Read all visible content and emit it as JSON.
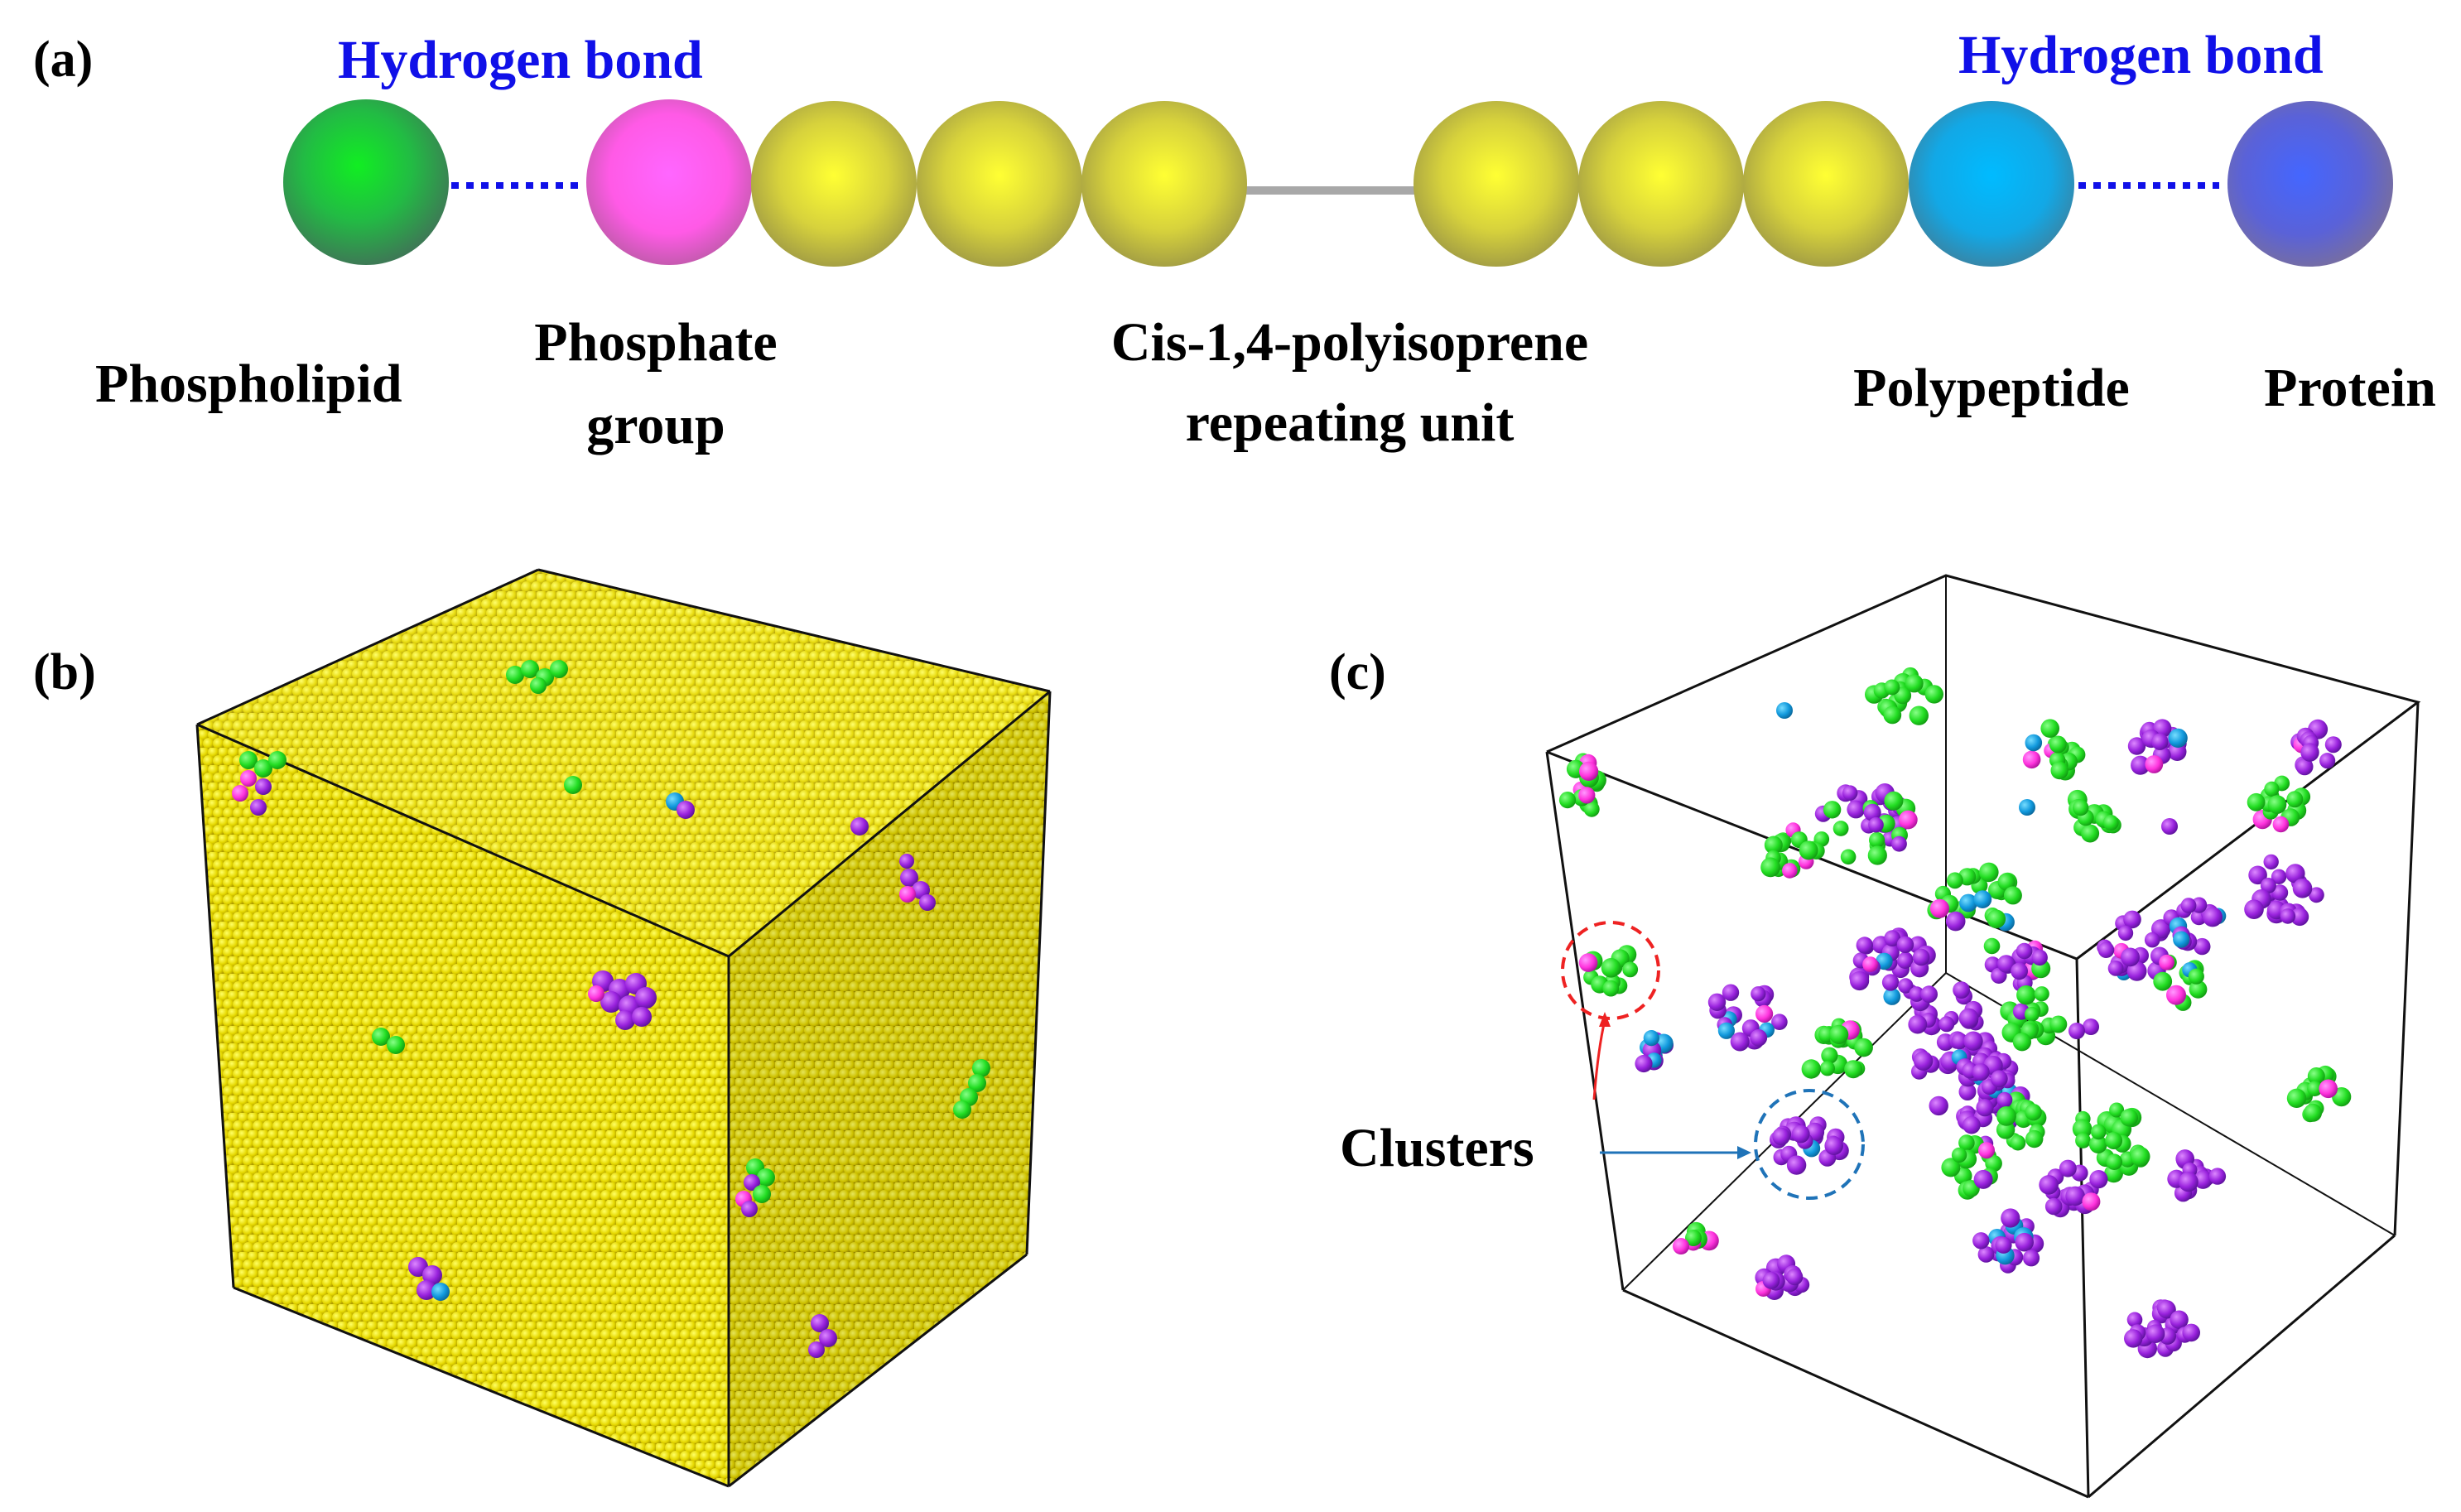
{
  "panel_a": {
    "letter": "(a)",
    "hbond_label": "Hydrogen bond",
    "hbond_color": "#1010e8",
    "labels": {
      "phospholipid": "Phospholipid",
      "phosphate_line1": "Phosphate",
      "phosphate_line2": "group",
      "cis_line1": "Cis-1,4-polyisoprene",
      "cis_line2": "repeating unit",
      "polypeptide": "Polypeptide",
      "protein": "Protein"
    },
    "bead_colors": {
      "phospholipid": "#22cc33",
      "phosphate": "#ff55ee",
      "isoprene": "#e8e830",
      "polypeptide": "#11aaee",
      "protein": "#5566ee"
    }
  },
  "panel_b": {
    "letter": "(b)"
  },
  "panel_c": {
    "letter": "(c)",
    "clusters_label": "Clusters",
    "cluster_colors": {
      "phospholipid": "#33ee33",
      "phosphate": "#ff33dd",
      "polypeptide": "#1199dd",
      "protein": "#9922dd"
    },
    "callout_colors": {
      "red": "#ee2222",
      "blue": "#1f73b8"
    }
  }
}
